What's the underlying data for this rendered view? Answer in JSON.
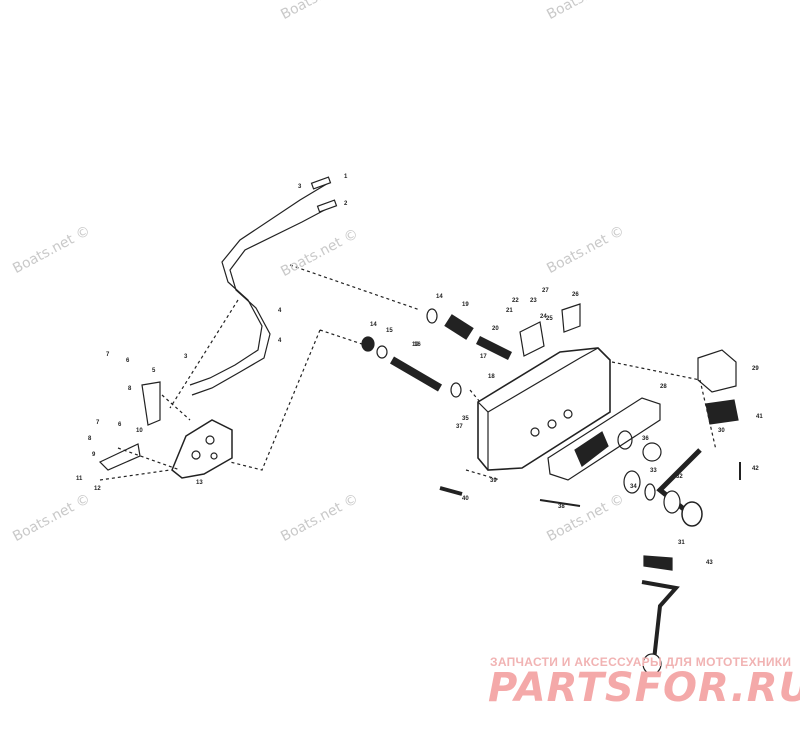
{
  "watermark_text": "Boats.net",
  "watermark_text_c": "Boats.net ©",
  "callouts": [
    "1",
    "2",
    "3",
    "3",
    "4",
    "4",
    "5",
    "6",
    "6",
    "7",
    "7",
    "8",
    "8",
    "9",
    "10",
    "11",
    "12",
    "13",
    "14",
    "14",
    "15",
    "16",
    "17",
    "18",
    "19",
    "19",
    "20",
    "21",
    "22",
    "23",
    "24",
    "25",
    "26",
    "27",
    "28",
    "29",
    "30",
    "31",
    "32",
    "33",
    "34",
    "35",
    "36",
    "37",
    "38",
    "39",
    "40",
    "41",
    "42",
    "43"
  ],
  "brand": {
    "subtitle": "ЗАПЧАСТИ И АКСЕССУАРЫ ДЛЯ МОТОТЕХНИКИ",
    "name": "PARTSFOR.RU"
  }
}
